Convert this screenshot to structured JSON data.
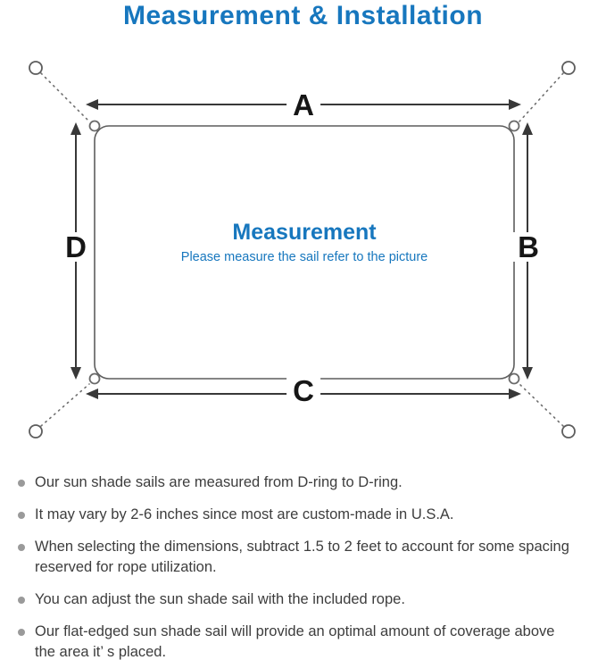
{
  "title": "Measurement & Installation",
  "diagram": {
    "labels": {
      "top": "A",
      "right": "B",
      "bottom": "C",
      "left": "D"
    },
    "center_title": "Measurement",
    "center_subtitle": "Please measure the sail refer to the picture"
  },
  "bullets": [
    [
      "Our sun shade sails are measured from D-ring to D-ring."
    ],
    [
      "It may vary by 2-6 inches since most are custom-made in U.S.A."
    ],
    [
      "When selecting the dimensions, subtract 1.5 to 2 feet to account for some spacing",
      "reserved for rope utilization."
    ],
    [
      "You can adjust the sun shade sail with the included rope."
    ],
    [
      "Our flat-edged sun shade sail will provide an optimal amount of coverage above",
      "the area it’ s placed."
    ]
  ],
  "colors": {
    "accent_blue": "#1777be",
    "text_gray": "#3d3d3d",
    "line_dark": "#383838",
    "outline_gray": "#5d5d5d"
  }
}
